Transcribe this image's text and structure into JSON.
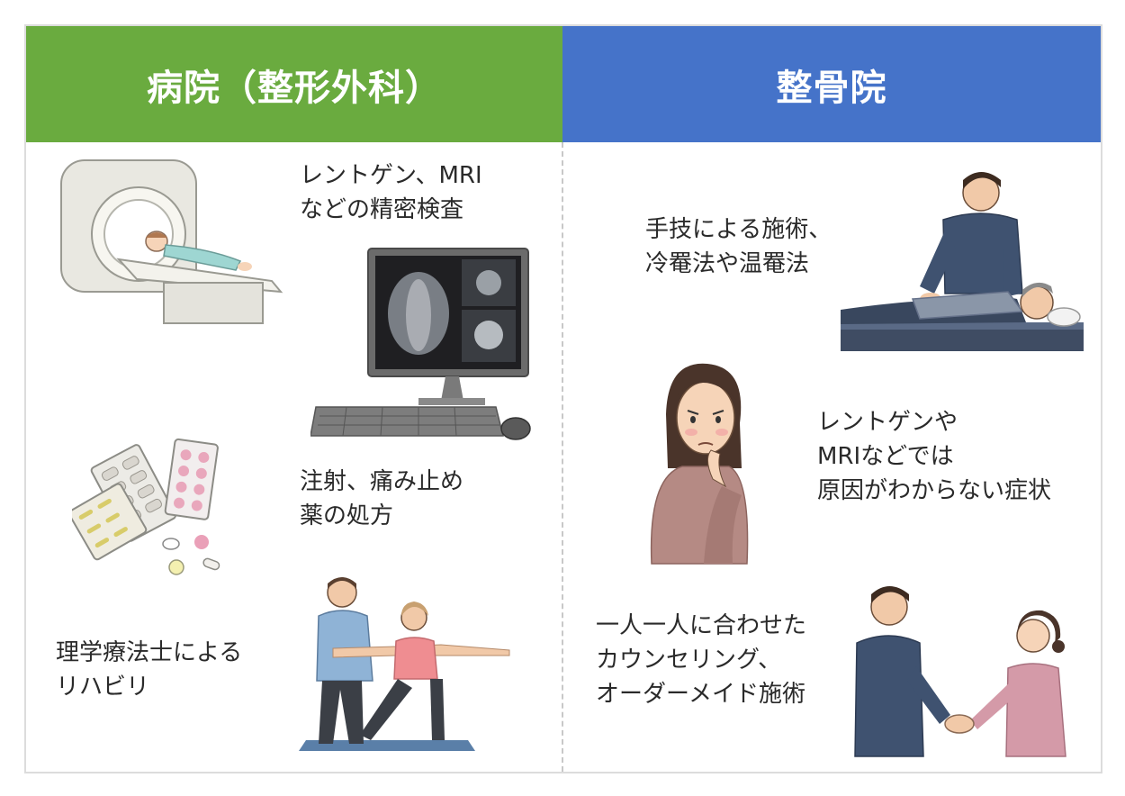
{
  "left": {
    "title": "病院（整形外科）",
    "color": "#6aab3f",
    "items": [
      {
        "text": "レントゲン、MRI\nなどの精密検査",
        "icon": "mri-scanner-and-xray-monitor"
      },
      {
        "text": "注射、痛み止め\n薬の処方",
        "icon": "medicine-pills"
      },
      {
        "text": "理学療法士による\nリハビリ",
        "icon": "rehabilitation-therapist"
      }
    ]
  },
  "right": {
    "title": "整骨院",
    "color": "#4573c9",
    "items": [
      {
        "text": "手技による施術、\n冷罨法や温罨法",
        "icon": "manual-treatment"
      },
      {
        "text": "レントゲンや\nMRIなどでは\n原因がわからない症状",
        "icon": "worried-woman"
      },
      {
        "text": "一人一人に合わせた\nカウンセリング、\nオーダーメイド施術",
        "icon": "handshake-counseling"
      }
    ]
  }
}
